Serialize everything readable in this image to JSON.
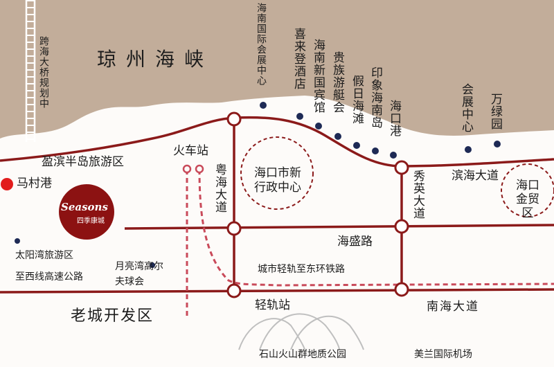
{
  "map": {
    "sea_label": "琼州海峡",
    "bridge_label": "跨海大桥规划中",
    "area_labels": {
      "yingbin": "盈滨半岛旅游区",
      "machun_port": "马村港",
      "taiyangwan": "太阳湾旅游区",
      "zhixixian": "至西线高速公路",
      "yueliangwan": "月亮湾高尔夫球会",
      "laocheng": "老城开发区",
      "train_station": "火车站",
      "yuehai_road": "粤海大道",
      "admin_center": "海口市新行政中心",
      "haisheng_road": "海盛路",
      "rail_link": "城市轻轨至东环铁路",
      "light_rail_station": "轻轨站",
      "xiuying_road": "秀英大道",
      "binhai_road": "滨海大道",
      "nanhai_road": "南海大道",
      "trade_zone": "海口金贸区",
      "volcano_park": "石山火山群地质公园",
      "meilan_airport": "美兰国际机场"
    },
    "coast_pois": [
      "海南国际会展中心",
      "喜来登酒店",
      "海南新国宾馆",
      "贵族游艇会",
      "假日海滩",
      "印象海南岛",
      "海口港"
    ],
    "east_pois": [
      "会展中心",
      "万绿园"
    ],
    "logo": {
      "text": "Seasons",
      "subtitle": "四季康城"
    },
    "colors": {
      "land_brown": "#c2ad9a",
      "road_red": "#8b1a1a",
      "rail_pink": "#c94a5a",
      "poi_blue": "#1e2a55",
      "port_red": "#e21c1c",
      "logo_red": "#8c1212"
    }
  }
}
